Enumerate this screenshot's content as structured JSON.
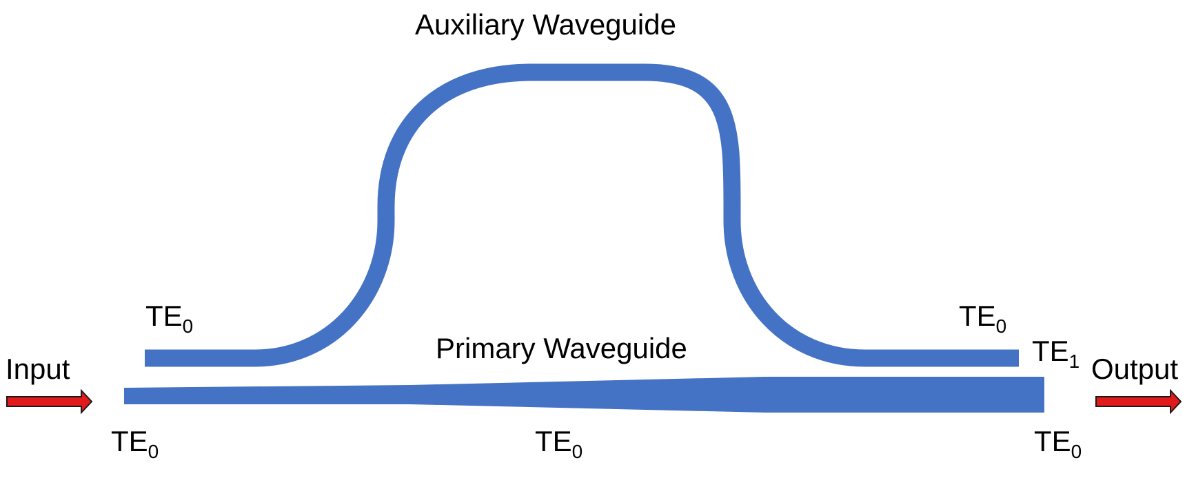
{
  "colors": {
    "waveguide": "#4472c4",
    "arrow_fill": "#e31a1c",
    "arrow_stroke": "#1a1a1a",
    "text": "#000000"
  },
  "labels": {
    "auxiliary_title": "Auxiliary Waveguide",
    "primary_title": "Primary Waveguide",
    "input": "Input",
    "output": "Output"
  },
  "modes": {
    "aux_input": {
      "base": "TE",
      "sub": "0"
    },
    "aux_output": {
      "base": "TE",
      "sub": "0"
    },
    "coupled": {
      "base": "TE",
      "sub": "1"
    },
    "prim_input": {
      "base": "TE",
      "sub": "0"
    },
    "prim_mid": {
      "base": "TE",
      "sub": "0"
    },
    "prim_output": {
      "base": "TE",
      "sub": "0"
    }
  }
}
